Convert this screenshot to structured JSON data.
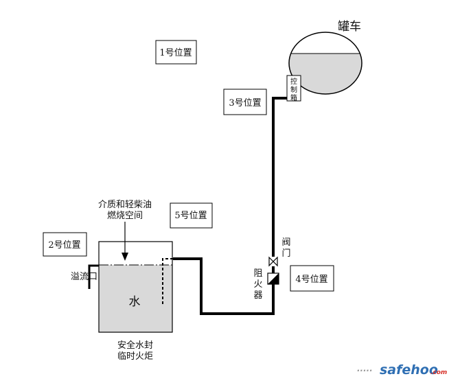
{
  "labels": {
    "tank_truck": "罐车",
    "control_box": [
      "控",
      "制",
      "箱"
    ],
    "position_1": "1号位置",
    "position_2": "2号位置",
    "position_3": "3号位置",
    "position_4": "4号位置",
    "position_5": "5号位置",
    "medium_space": [
      "介质和轻柴油",
      "燃烧空间"
    ],
    "valve": [
      "阀",
      "门"
    ],
    "flame_arrester": [
      "阻",
      "火",
      "器"
    ],
    "overflow": "溢流口",
    "water": "水",
    "torch_caption": [
      "安全水封",
      "临时火炬"
    ]
  },
  "watermark": {
    "dots_left": ".....",
    "brand": "safehoo",
    "suffix": ".com",
    "colors": {
      "blue": "#2f6fb3",
      "red": "#d7322a",
      "gray": "#9a9a9a"
    }
  },
  "colors": {
    "line": "#000000",
    "liquid": "#d9d9d9"
  }
}
